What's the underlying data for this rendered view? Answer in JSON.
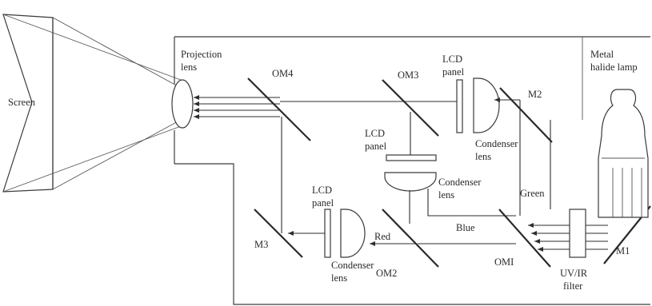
{
  "labels": {
    "screen": "Screen",
    "projection_lens_1": "Projection",
    "projection_lens_2": "lens",
    "om4": "OM4",
    "om3": "OM3",
    "om2": "OM2",
    "om1": "OMI",
    "m1": "M1",
    "m2": "M2",
    "m3": "M3",
    "lcd_top_1": "LCD",
    "lcd_top_2": "panel",
    "lcd_mid_1": "LCD",
    "lcd_mid_2": "panel",
    "lcd_left_1": "LCD",
    "lcd_left_2": "panel",
    "condenser_top_1": "Condenser",
    "condenser_top_2": "lens",
    "condenser_mid_1": "Condenser",
    "condenser_mid_2": "lens",
    "condenser_bottom_1": "Condenser",
    "condenser_bottom_2": "lens",
    "green": "Green",
    "blue": "Blue",
    "red": "Red",
    "uvir_1": "UV/IR",
    "uvir_2": "filter",
    "lamp_1": "Metal",
    "lamp_2": "halide lamp"
  }
}
